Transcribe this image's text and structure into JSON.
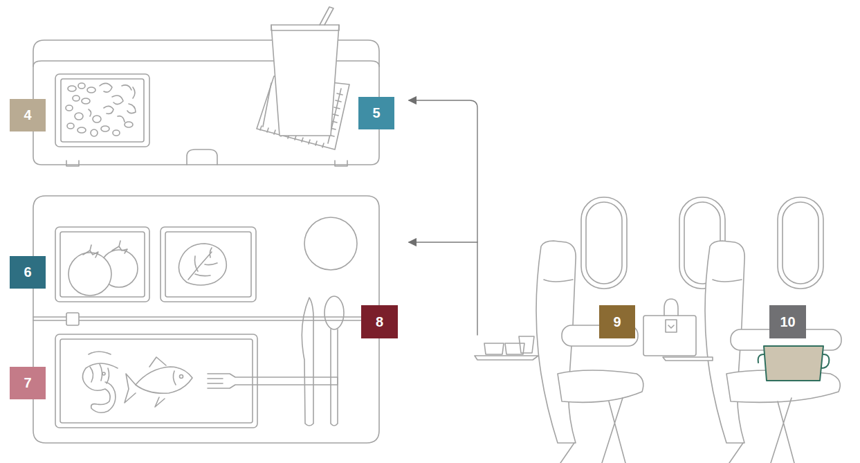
{
  "diagram": {
    "labels": [
      "4",
      "5",
      "6",
      "7",
      "8",
      "9",
      "10"
    ]
  }
}
